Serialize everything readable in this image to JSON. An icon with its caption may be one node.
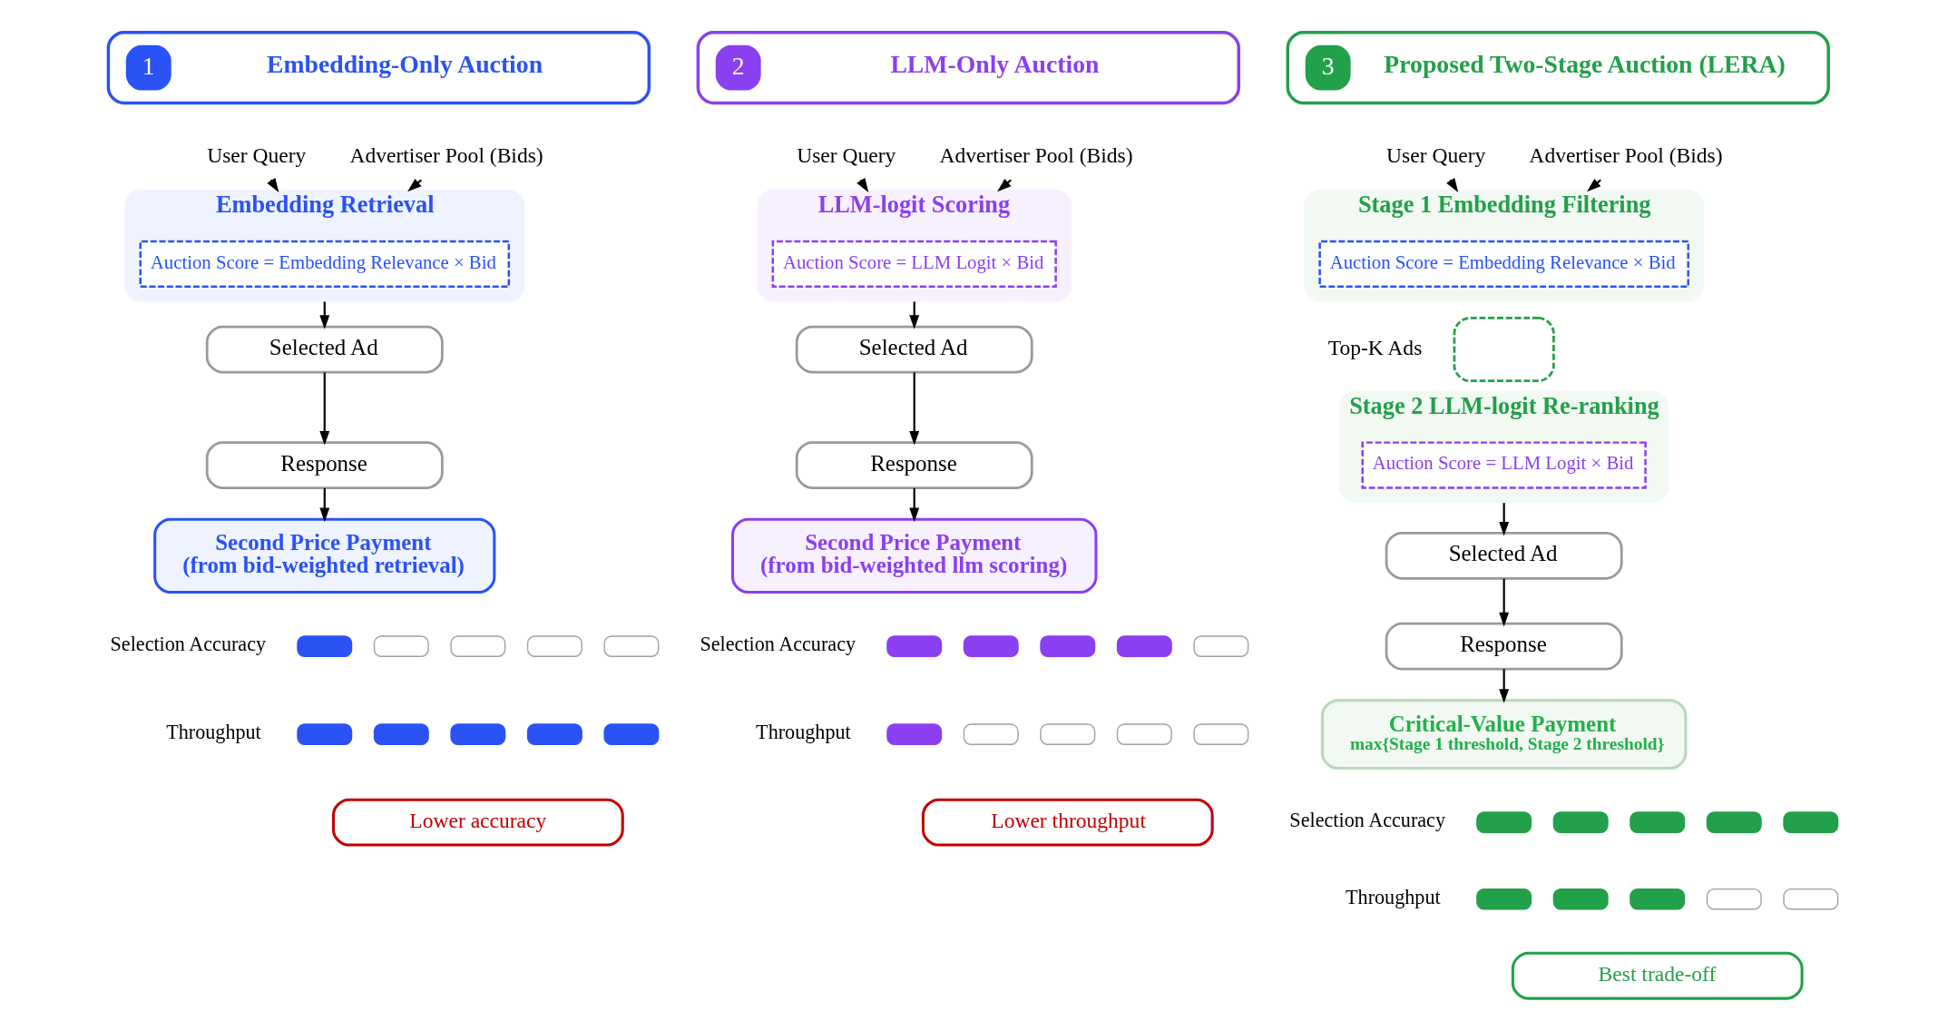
{
  "diagram": {
    "nodes": [
      {
        "text": [
          "1",
          "Embedding-Only Auction"
        ]
      },
      {
        "text": [
          "User Query"
        ]
      },
      {
        "text": [
          "Advertiser Pool (Bids)"
        ]
      },
      {
        "text": [
          "Embedding Retrieval"
        ]
      },
      {
        "text": [
          "Auction Score = Embedding Relevance × Bid"
        ],
        "in": 3
      },
      {
        "text": [
          "Selected Ad"
        ]
      },
      {
        "text": [
          "Response"
        ]
      },
      {
        "text": [
          "Second Price Payment",
          "(from bid-weighted retrieval)"
        ]
      },
      {
        "text": [],
        "shape": "bar"
      },
      {
        "text": [],
        "shape": "bar"
      },
      {
        "text": [],
        "shape": "bar"
      },
      {
        "text": [],
        "shape": "bar"
      },
      {
        "text": [],
        "shape": "bar"
      },
      {
        "text": [],
        "shape": "bar"
      },
      {
        "text": [],
        "shape": "bar"
      },
      {
        "text": [],
        "shape": "bar"
      },
      {
        "text": [],
        "shape": "bar"
      },
      {
        "text": [],
        "shape": "bar"
      },
      {
        "text": [
          "Lower accuracy"
        ]
      },
      {
        "text": [
          "2",
          "LLM-Only Auction"
        ]
      },
      {
        "text": [
          "User Query"
        ]
      },
      {
        "text": [
          "Advertiser Pool (Bids)"
        ]
      },
      {
        "text": [
          "LLM-logit Scoring"
        ]
      },
      {
        "text": [
          "Auction Score = LLM Logit × Bid"
        ],
        "in": 22
      },
      {
        "text": [
          "Selected Ad"
        ]
      },
      {
        "text": [
          "Response"
        ]
      },
      {
        "text": [
          "Second Price Payment",
          "(from bid-weighted llm scoring)"
        ]
      },
      {
        "text": [],
        "shape": "bar"
      },
      {
        "text": [],
        "shape": "bar"
      },
      {
        "text": [],
        "shape": "bar"
      },
      {
        "text": [],
        "shape": "bar"
      },
      {
        "text": [],
        "shape": "bar"
      },
      {
        "text": [],
        "shape": "bar"
      },
      {
        "text": [],
        "shape": "bar"
      },
      {
        "text": [],
        "shape": "bar"
      },
      {
        "text": [],
        "shape": "bar"
      },
      {
        "text": [],
        "shape": "bar"
      },
      {
        "text": [
          "Lower throughput"
        ]
      },
      {
        "text": [
          "3",
          "Proposed Two-Stage Auction (LERA)"
        ]
      },
      {
        "text": [
          "User Query"
        ]
      },
      {
        "text": [
          "Advertiser Pool (Bids)"
        ]
      },
      {
        "text": [
          "Stage 1 Embedding Filtering"
        ]
      },
      {
        "text": [
          "Auction Score = Embedding Relevance × Bid"
        ],
        "in": 41
      },
      {
        "text": [],
        "shape": "box",
        "beside": [
          "Top-K Ads"
        ]
      },
      {
        "text": [
          "Stage 2 LLM-logit Re-ranking"
        ]
      },
      {
        "text": [
          "Auction Score = LLM Logit × Bid"
        ],
        "in": 44
      },
      {
        "text": [
          "Selected Ad"
        ]
      },
      {
        "text": [
          "Response"
        ]
      },
      {
        "text": [
          "Critical-Value Payment",
          "max{Stage 1 threshold, Stage 2 threshold}"
        ]
      },
      {
        "text": [],
        "shape": "bar"
      },
      {
        "text": [],
        "shape": "bar"
      },
      {
        "text": [],
        "shape": "bar"
      },
      {
        "text": [],
        "shape": "bar"
      },
      {
        "text": [],
        "shape": "bar"
      },
      {
        "text": [],
        "shape": "bar"
      },
      {
        "text": [],
        "shape": "bar"
      },
      {
        "text": [],
        "shape": "bar"
      },
      {
        "text": [],
        "shape": "bar"
      },
      {
        "text": [],
        "shape": "bar"
      },
      {
        "text": [
          "Best trade-off"
        ]
      }
    ],
    "edges": [
      {
        "from": 1,
        "to": 3,
        "arrow": "to"
      },
      {
        "from": 2,
        "to": 3,
        "arrow": "to"
      },
      {
        "from": 3,
        "to": 5,
        "arrow": "to"
      },
      {
        "from": 5,
        "to": 6,
        "arrow": "to"
      },
      {
        "from": 6,
        "to": 7,
        "arrow": "to"
      },
      {
        "from": 20,
        "to": 22,
        "arrow": "to"
      },
      {
        "from": 21,
        "to": 22,
        "arrow": "to"
      },
      {
        "from": 22,
        "to": 24,
        "arrow": "to"
      },
      {
        "from": 24,
        "to": 25,
        "arrow": "to"
      },
      {
        "from": 25,
        "to": 26,
        "arrow": "to"
      },
      {
        "from": 39,
        "to": 41,
        "arrow": "to"
      },
      {
        "from": 40,
        "to": 41,
        "arrow": "to"
      },
      {
        "from": 44,
        "to": 46,
        "arrow": "to"
      },
      {
        "from": 46,
        "to": 47,
        "arrow": "to"
      },
      {
        "from": 47,
        "to": 48,
        "arrow": "to"
      }
    ],
    "labels": [
      "Selection Accuracy",
      "Throughput",
      "Selection Accuracy",
      "Throughput",
      "Selection Accuracy",
      "Throughput"
    ]
  }
}
